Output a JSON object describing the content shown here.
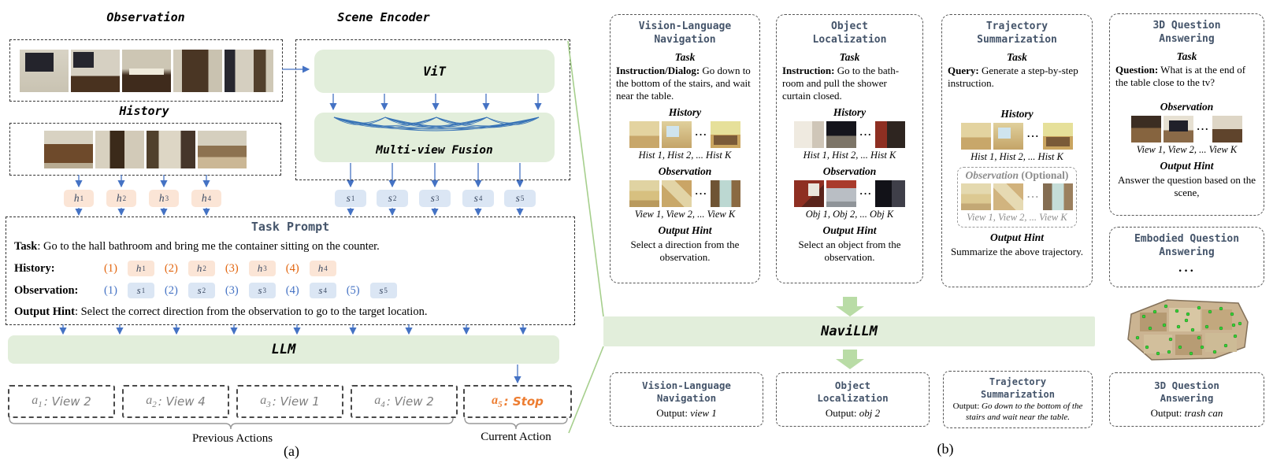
{
  "colors": {
    "panel_green": "#e2eedb",
    "arrow_blue": "#4472c4",
    "token_peach": "#fbe5d6",
    "token_blue": "#dbe6f4",
    "header_slate": "#44546a",
    "highlight_orange": "#ed7d31",
    "flow_green": "#b9dca6",
    "lens_green": "#a6cf8d"
  },
  "part_a": {
    "observation_title": "Observation",
    "history_title": "History",
    "scene_encoder_title": "Scene Encoder",
    "vit_label": "ViT",
    "fusion_label": "Multi-view Fusion",
    "llm_label": "LLM",
    "h_tokens": [
      {
        "base": "h",
        "sub": "1"
      },
      {
        "base": "h",
        "sub": "2"
      },
      {
        "base": "h",
        "sub": "3"
      },
      {
        "base": "h",
        "sub": "4"
      }
    ],
    "s_tokens": [
      {
        "base": "s",
        "sub": "1"
      },
      {
        "base": "s",
        "sub": "2"
      },
      {
        "base": "s",
        "sub": "3"
      },
      {
        "base": "s",
        "sub": "4"
      },
      {
        "base": "s",
        "sub": "5"
      }
    ],
    "prompt": {
      "title": "Task Prompt",
      "task_label": "Task",
      "task_text": ": Go to the hall bathroom and bring me the container  sitting on the counter.",
      "history_label": "History:",
      "history_seq": [
        {
          "num": "(1)",
          "base": "h",
          "sub": "1"
        },
        {
          "num": "(2)",
          "base": "h",
          "sub": "2"
        },
        {
          "num": "(3)",
          "base": "h",
          "sub": "3"
        },
        {
          "num": "(4)",
          "base": "h",
          "sub": "4"
        }
      ],
      "observation_label": "Observation:",
      "observation_seq": [
        {
          "num": "(1)",
          "base": "s",
          "sub": "1"
        },
        {
          "num": "(2)",
          "base": "s",
          "sub": "2"
        },
        {
          "num": "(3)",
          "base": "s",
          "sub": "3"
        },
        {
          "num": "(4)",
          "base": "s",
          "sub": "4"
        },
        {
          "num": "(5)",
          "base": "s",
          "sub": "5"
        }
      ],
      "hint_label": "Output Hint",
      "hint_text": ": Select the correct direction from the observation to go to the target location."
    },
    "actions": [
      {
        "base": "a",
        "sub": "1",
        "value": ": View 2"
      },
      {
        "base": "a",
        "sub": "2",
        "value": ": View 4"
      },
      {
        "base": "a",
        "sub": "3",
        "value": ": View 1"
      },
      {
        "base": "a",
        "sub": "4",
        "value": ": View 2"
      },
      {
        "base": "a",
        "sub": "5",
        "value": ": Stop"
      }
    ],
    "previous_actions_label": "Previous Actions",
    "current_action_label": "Current Action",
    "caption": "(a)"
  },
  "part_b": {
    "navillm_label": "NaviLLM",
    "dots": "···",
    "panels": [
      {
        "title_line1": "Vision-Language",
        "title_line2": "Navigation",
        "task_heading": "Task",
        "task_label": "Instruction/Dialog:",
        "task_text": " Go down to the bottom of the stairs, and wait near the table.",
        "history_heading": "History",
        "history_caption": "Hist 1, Hist 2, ... Hist K",
        "observation_heading": "Observation",
        "observation_caption": "View 1, View 2, ... View K",
        "hint_heading": "Output Hint",
        "hint_text": "Select a direction from the observation."
      },
      {
        "title_line1": "Object",
        "title_line2": "Localization",
        "task_heading": "Task",
        "task_label": "Instruction:",
        "task_text": " Go to the bath-room and pull the shower curtain closed.",
        "history_heading": "History",
        "history_caption": "Hist 1, Hist 2, ... Hist K",
        "observation_heading": "Observation",
        "observation_caption": "Obj 1, Obj 2, ... Obj K",
        "hint_heading": "Output Hint",
        "hint_text": "Select an object from the observation."
      },
      {
        "title_line1": "Trajectory",
        "title_line2": "Summarization",
        "task_heading": "Task",
        "task_label": "Query:",
        "task_text": " Generate a step-by-step instruction.",
        "history_heading": "History",
        "history_caption": "Hist 1, Hist 2, ... Hist K",
        "observation_heading": "Observation",
        "observation_optional": " (Optional)",
        "observation_caption": "View 1, View 2, ... View K",
        "hint_heading": "Output Hint",
        "hint_text": "Summarize the above trajectory."
      },
      {
        "title_line1": "3D Question",
        "title_line2": "Answering",
        "task_heading": "Task",
        "task_label": "Question:",
        "task_text": " What is at the end of the table close to the tv?",
        "observation_heading": "Observation",
        "observation_caption": "View 1, View 2, ... View K",
        "hint_heading": "Output Hint",
        "hint_text": "Answer the question based on the scene,"
      }
    ],
    "eqa": {
      "title_line1": "Embodied Question",
      "title_line2": "Answering",
      "dots": "···"
    },
    "outputs": [
      {
        "title_line1": "Vision-Language",
        "title_line2": "Navigation",
        "output_label": "Output: ",
        "output_value": "view 1"
      },
      {
        "title_line1": "Object",
        "title_line2": "Localization",
        "output_label": "Output: ",
        "output_value": "obj 2"
      },
      {
        "title_line1": "Trajectory",
        "title_line2": "Summarization",
        "output_label": "Output: ",
        "output_value": "Go down to the bottom of the stairs and wait near the table."
      },
      {
        "title_line1": "3D Question",
        "title_line2": "Answering",
        "output_label": "Output: ",
        "output_value": "trash can"
      }
    ],
    "caption": "(b)"
  }
}
